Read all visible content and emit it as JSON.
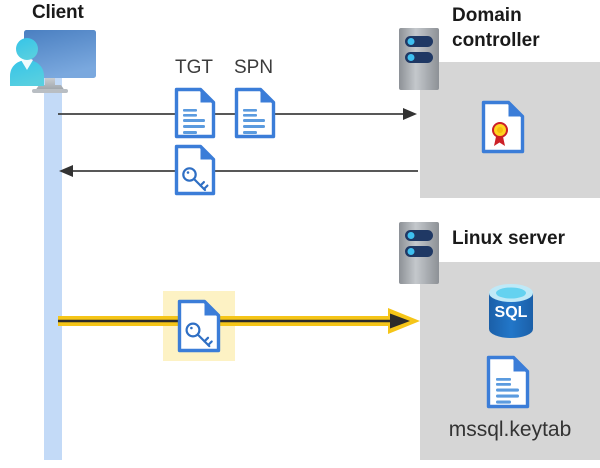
{
  "diagram": {
    "type": "sequence-flow",
    "title_hidden": "",
    "actors": [
      {
        "id": "client",
        "label": "Client",
        "icon": "user-computer-icon"
      },
      {
        "id": "domain-controller",
        "label": "Domain controller",
        "icon": "server-icon"
      },
      {
        "id": "linux-server",
        "label": "Linux server",
        "icon": "server-icon"
      }
    ],
    "messages": [
      {
        "id": "m1",
        "from": "client",
        "to": "domain-controller",
        "direction": "right",
        "artifacts": [
          "TGT",
          "SPN"
        ],
        "color": "#404040"
      },
      {
        "id": "m2",
        "from": "domain-controller",
        "to": "client",
        "direction": "left",
        "artifacts": [
          "service-ticket"
        ],
        "color": "#404040"
      },
      {
        "id": "m3",
        "from": "client",
        "to": "linux-server",
        "direction": "right",
        "artifacts": [
          "service-ticket"
        ],
        "color": "#f5c518",
        "highlighted": true
      }
    ],
    "artifact_labels": {
      "tgt": "TGT",
      "spn": "SPN"
    },
    "domain_controller_contents": [
      {
        "icon": "certificate-document-icon",
        "label": ""
      }
    ],
    "linux_server_contents": [
      {
        "icon": "sql-database-icon",
        "label": "SQL"
      },
      {
        "icon": "document-icon",
        "label": "mssql.keytab"
      }
    ],
    "colors": {
      "panel_gray": "#d6d6d6",
      "lifeline_blue": "#c3daf7",
      "highlight_yellow": "#fdf2c4",
      "arrow_gray": "#404040",
      "arrow_yellow": "#f5c518",
      "doc_blue": "#3b7dd8",
      "sql_blue": "#1f6bb8",
      "cert_red": "#cc2027",
      "cert_gold": "#ffd520",
      "text_dark": "#1a1a1a"
    }
  }
}
